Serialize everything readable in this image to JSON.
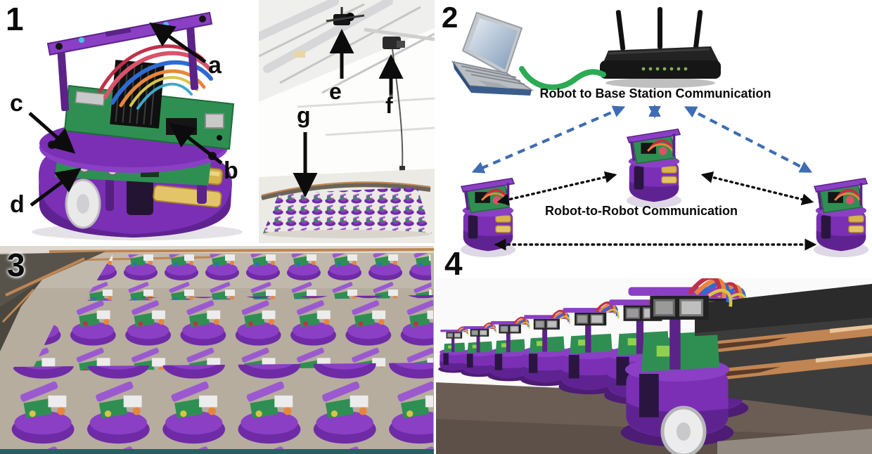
{
  "panels": {
    "p1": {
      "number": "1",
      "annotations": {
        "a": "a",
        "b": "b",
        "c": "c",
        "d": "d"
      }
    },
    "arena": {
      "annotations": {
        "e": "e",
        "f": "f",
        "g": "g"
      }
    },
    "p2": {
      "number": "2",
      "caption_base_station": "Robot to Base Station Communication",
      "caption_robot_robot": "Robot-to-Robot Communication"
    },
    "p3": {
      "number": "3"
    },
    "p4": {
      "number": "4"
    }
  },
  "icons": [
    "laptop-icon",
    "router-icon",
    "robot-icon",
    "camera-icon",
    "projector-icon"
  ],
  "colors": {
    "robot_purple": "#7a2fb5",
    "robot_purple_light": "#9b59d0",
    "pcb_green": "#2f8f52",
    "copper_rail": "#c08552",
    "gold_pad": "#d8b34e",
    "arrow_blue": "#3e6db2",
    "cable_green": "#2bab54",
    "annotation_black": "#111111"
  }
}
